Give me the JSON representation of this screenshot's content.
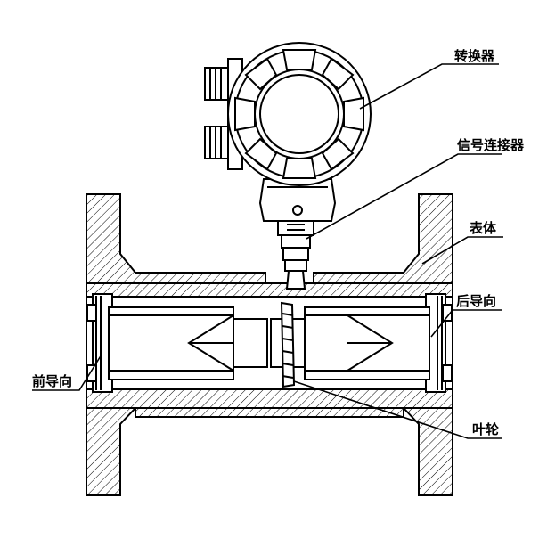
{
  "labels": {
    "converter": "转换器",
    "signal_connector": "信号连接器",
    "body": "表体",
    "rear_guide": "后导向",
    "front_guide": "前导向",
    "impeller": "叶轮"
  },
  "colors": {
    "line": "#000000",
    "background": "#ffffff"
  }
}
